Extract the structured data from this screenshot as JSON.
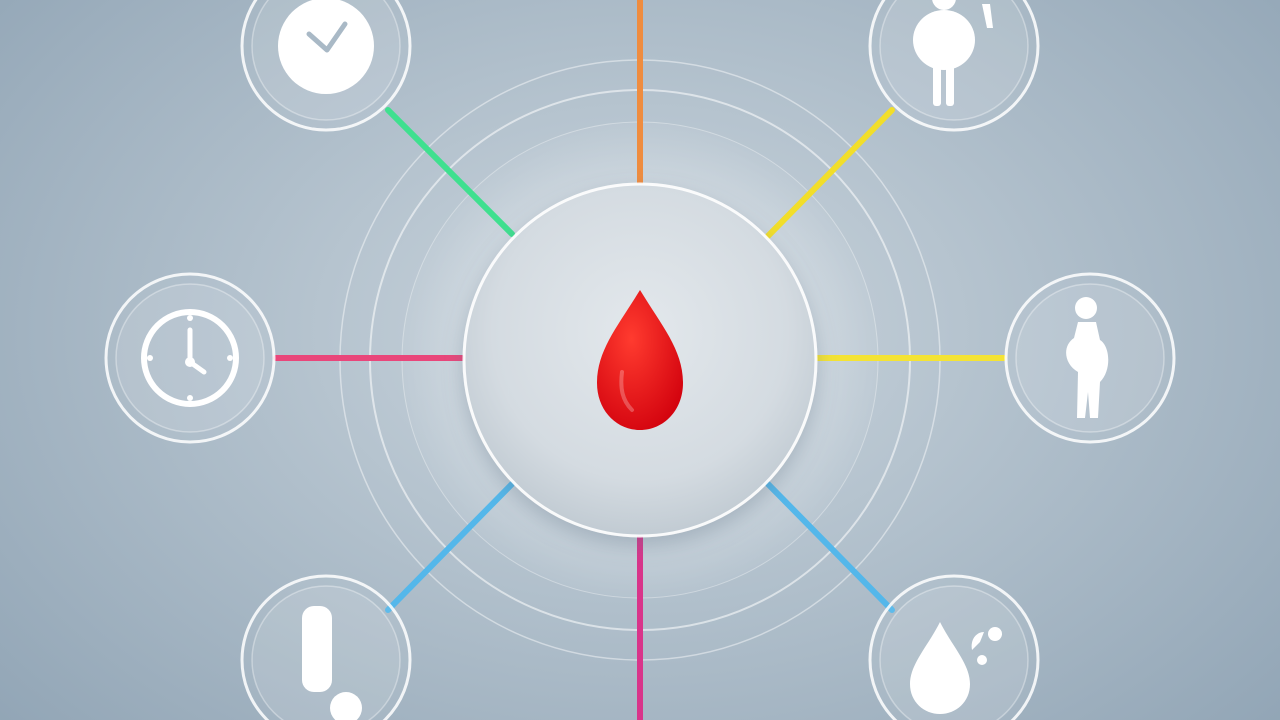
{
  "colors": {
    "background": "#a9b9c6",
    "drop": "#e30613",
    "connector_top": "#ef8c3f",
    "connector_top_right": "#f2de2a",
    "connector_right": "#f4e334",
    "connector_bottom_right": "#54b7ea",
    "connector_bottom": "#d9348a",
    "connector_bottom_left": "#54b7ea",
    "connector_left": "#e9467a",
    "connector_top_left": "#3fe08f",
    "node_outline": "#ffffff",
    "icon": "#ffffff"
  },
  "center": {
    "icon": "blood-drop-icon"
  },
  "nodes": [
    {
      "id": "top-left",
      "icon": "wall-clock-icon"
    },
    {
      "id": "top-right",
      "icon": "pregnant-woman-icon"
    },
    {
      "id": "left",
      "icon": "clock-icon"
    },
    {
      "id": "right",
      "icon": "pregnant-woman-profile-icon"
    },
    {
      "id": "bottom-left",
      "icon": "exclamation-icon"
    },
    {
      "id": "bottom-right",
      "icon": "water-drop-icon"
    }
  ]
}
